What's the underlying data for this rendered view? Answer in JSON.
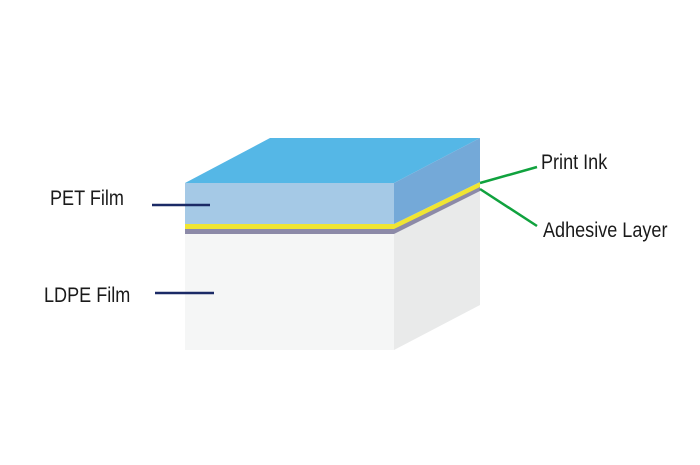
{
  "labels": {
    "pet_film": "PET Film",
    "ldpe_film": "LDPE Film",
    "print_ink": "Print Ink",
    "adhesive_layer": "Adhesive Layer"
  },
  "colors": {
    "pet_top": "#55b7e6",
    "pet_front": "#a5c9e6",
    "pet_side": "#74a9d8",
    "ink": "#f0e532",
    "adhesive": "#8c8aa8",
    "ldpe_front": "#f5f6f6",
    "ldpe_side": "#e9eaea",
    "left_leaders": "#1b2a66",
    "right_leaders": "#10a23e"
  }
}
